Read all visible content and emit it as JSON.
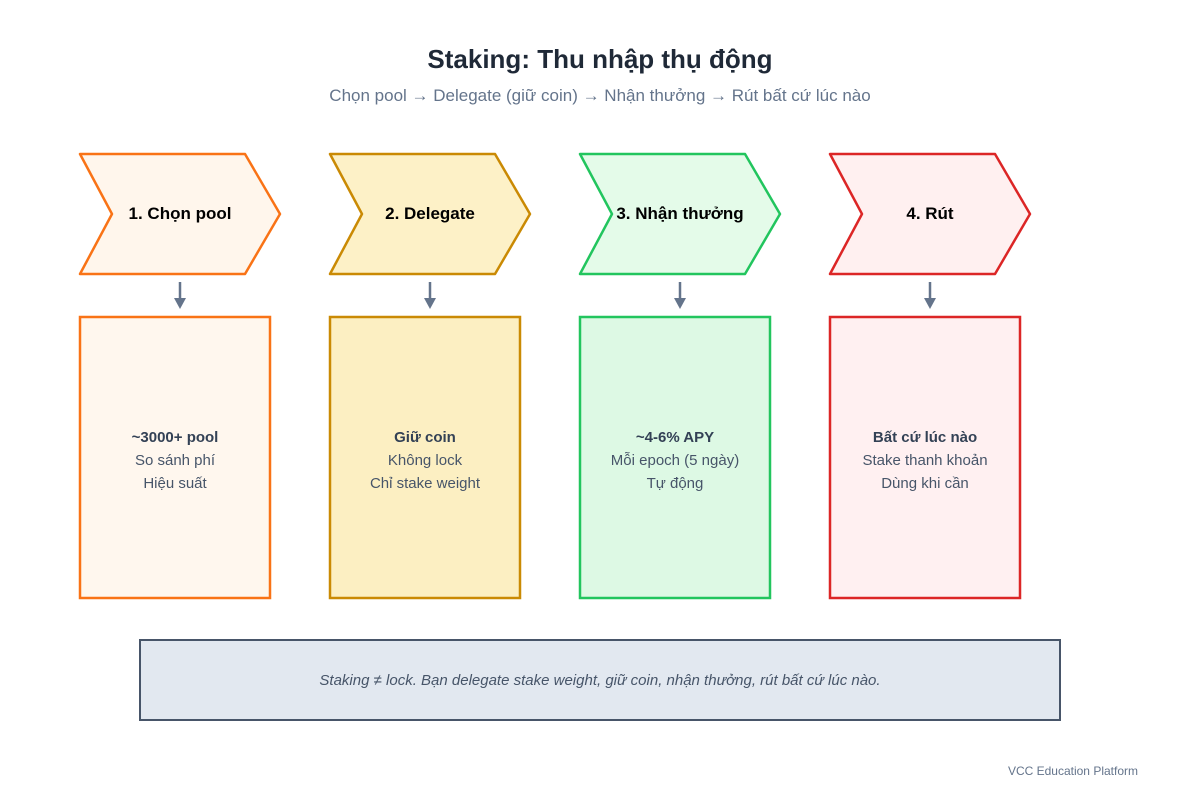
{
  "header": {
    "title": "Staking: Thu nhập thụ động",
    "subtitle": "Chọn pool → Delegate (giữ coin) → Nhận thưởng → Rút bất cứ lúc nào"
  },
  "steps": [
    {
      "label": "1. Chọn pool",
      "color": "#c2410c",
      "stroke": "#f97316",
      "fill": "#fff6ec",
      "card_fill": "#fff7ee",
      "card_title": "~3000+ pool",
      "card_line1": "So sánh phí",
      "card_line2": "Hiệu suất"
    },
    {
      "label": "2. Delegate",
      "color": "#1f2937",
      "stroke": "#ca8a04",
      "fill": "#fdf1c7",
      "card_fill": "#fcefc2",
      "card_title": "Giữ coin",
      "card_line1": "Không lock",
      "card_line2": "Chỉ stake weight"
    },
    {
      "label": "3. Nhận thưởng",
      "color": "#15803d",
      "stroke": "#22c55e",
      "fill": "#e4fbe9",
      "card_fill": "#ddf9e4",
      "card_title": "~4-6% APY",
      "card_line1": "Mỗi epoch (5 ngày)",
      "card_line2": "Tự động"
    },
    {
      "label": "4. Rút",
      "color": "#b91c1c",
      "stroke": "#dc2626",
      "fill": "#fff0f0",
      "card_fill": "#fff0f1",
      "card_title": "Bất cứ lúc nào",
      "card_line1": "Stake thanh khoản",
      "card_line2": "Dùng khi cần"
    }
  ],
  "note": {
    "text": "Staking ≠ lock. Bạn delegate stake weight, giữ coin, nhận thưởng, rút bất cứ lúc nào.",
    "fill": "#e2e8f0",
    "stroke": "#475569"
  },
  "footer": {
    "text": "VCC Education Platform"
  },
  "colors": {
    "arrow": "#64748b"
  }
}
